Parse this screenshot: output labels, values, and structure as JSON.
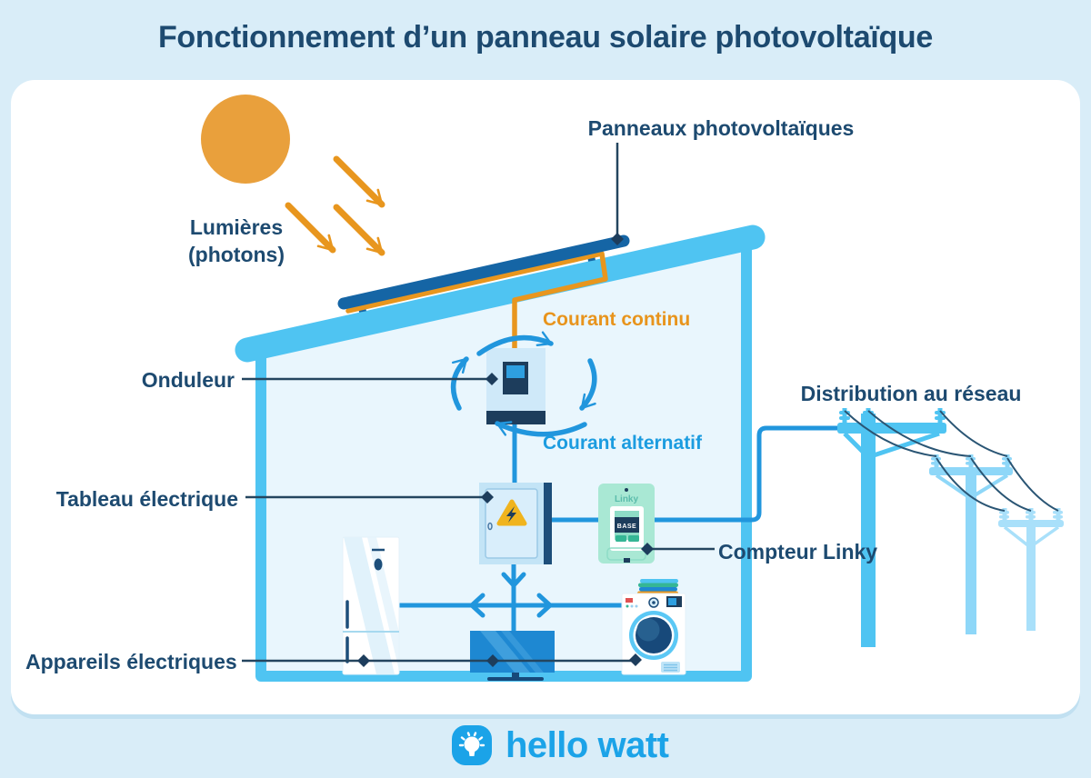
{
  "title": "Fonctionnement d’un panneau solaire photovoltaïque",
  "labels": {
    "photons_line1": "Lumières",
    "photons_line2": "(photons)",
    "panels": "Panneaux photovoltaïques",
    "inverter": "Onduleur",
    "dc_current": "Courant continu",
    "ac_current": "Courant alternatif",
    "electrical_panel": "Tableau électrique",
    "linky_meter": "Compteur Linky",
    "grid": "Distribution au réseau",
    "appliances": "Appareils électriques"
  },
  "devices": {
    "linky_brand": "Linky",
    "linky_display": "BASE"
  },
  "footer": {
    "logo_text": "hello watt"
  },
  "colors": {
    "background": "#d9edf8",
    "panel_white": "#ffffff",
    "navy_text": "#1d4a70",
    "dark_navy": "#1d3d5c",
    "orange": "#e8961e",
    "sun_orange": "#e9a03c",
    "wire_blue": "#2196dd",
    "light_blue": "#4fc4f2",
    "house_interior": "#e9f6fd",
    "device_body": "#cfe9f9",
    "linky_mint": "#a9e8d4",
    "linky_teal": "#35b695",
    "warning_yellow": "#f0b41e",
    "logo_blue": "#1ba3e8"
  },
  "icons": {
    "sun-icon": "●",
    "photon-arrow-icon": "↘",
    "rotation-arrow-icon": "↻",
    "warning-triangle-icon": "⚠",
    "lightning-bolt-icon": "⚡",
    "connector-diamond-icon": "◆",
    "lightbulb-icon": "💡"
  }
}
